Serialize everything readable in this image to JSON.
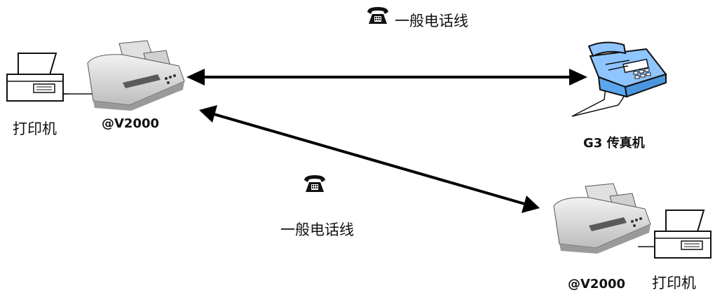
{
  "lines": {
    "top_label": "一般电话线",
    "bottom_label": "一般电话线",
    "icon": "telephone-icon"
  },
  "left_station": {
    "printer_label": "打印机",
    "device_label": "@V2000"
  },
  "right_fax": {
    "label": "G3  传真机"
  },
  "right_station": {
    "device_label": "@V2000",
    "printer_label": "打印机"
  }
}
